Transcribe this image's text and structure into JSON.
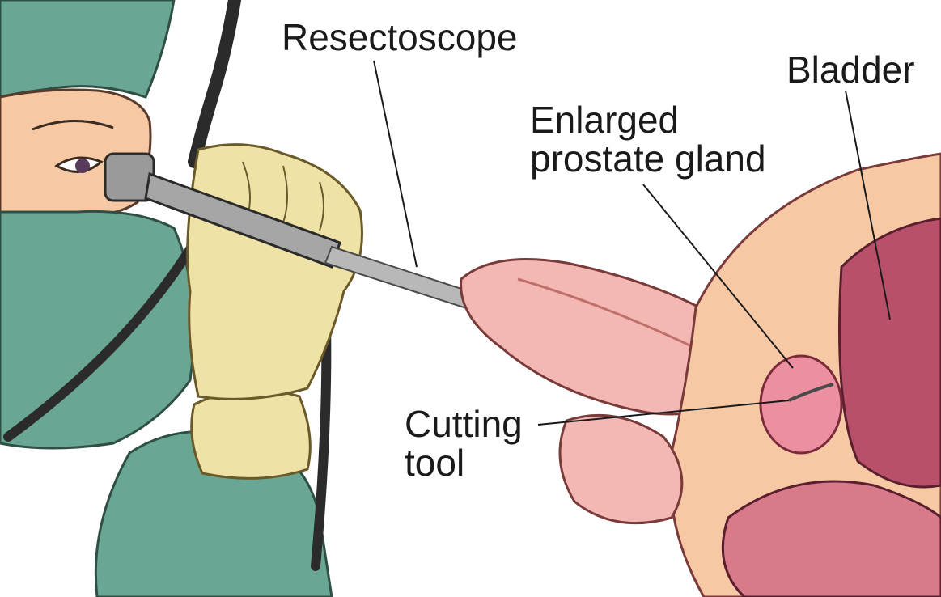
{
  "labels": {
    "resectoscope": "Resectoscope",
    "bladder": "Bladder",
    "prostate_line1": "Enlarged",
    "prostate_line2": "prostate gland",
    "cutting_line1": "Cutting",
    "cutting_line2": "tool"
  },
  "colors": {
    "scrubs": "#6aa694",
    "skin": "#f6c8a4",
    "glove": "#efe2a6",
    "tissue": "#f3b8b3",
    "prostate": "#ec8fa0",
    "bladder": "#b8506a",
    "instrument": "#8a8a8a",
    "cable": "#2b2b2b"
  }
}
